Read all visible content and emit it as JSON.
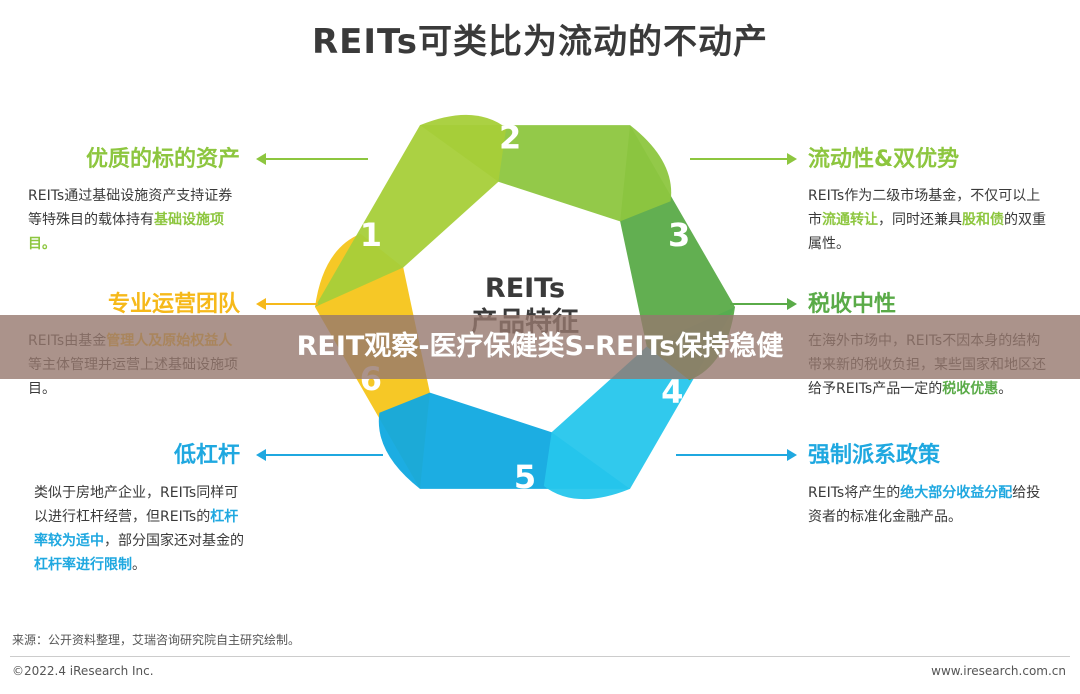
{
  "title": "REITs可类比为流动的不动产",
  "center_label": [
    "REITs",
    "产品特征"
  ],
  "overlay_title": "REIT观察-医疗保健类S-REITs保持稳健",
  "segments": [
    {
      "num": "1",
      "color": "#a6cf39"
    },
    {
      "num": "2",
      "color": "#8dc63f"
    },
    {
      "num": "3",
      "color": "#5aab48"
    },
    {
      "num": "4",
      "color": "#26c6ec"
    },
    {
      "num": "5",
      "color": "#10a9e0"
    },
    {
      "num": "6",
      "color": "#f6c51a"
    }
  ],
  "features": {
    "top_left": {
      "title": "优质的标的资产",
      "color": "#8dc63f",
      "desc": [
        {
          "t": "REITs通过基础设施资产支持证券等特殊目的载体持有",
          "h": false
        },
        {
          "t": "基础设施项目。",
          "h": true
        }
      ]
    },
    "mid_left": {
      "title": "专业运营团队",
      "color": "#f6b91a",
      "desc": [
        {
          "t": "REITs由基金",
          "h": false
        },
        {
          "t": "管理人及原始权益人",
          "h": true
        },
        {
          "t": "等主体管理并运营上述基础设施项目。",
          "h": false
        }
      ]
    },
    "bottom_left": {
      "title": "低杠杆",
      "color": "#1fa8e0",
      "desc": [
        {
          "t": "类似于房地产企业，REITs同样可以进行杠杆经营，但REITs的",
          "h": false
        },
        {
          "t": "杠杆率较为适中",
          "h": true
        },
        {
          "t": "，部分国家还对基金的",
          "h": false
        },
        {
          "t": "杠杆率进行限制",
          "h": true
        },
        {
          "t": "。",
          "h": false
        }
      ]
    },
    "top_right": {
      "title": "流动性&双优势",
      "color": "#8dc63f",
      "desc": [
        {
          "t": "REITs作为二级市场基金，不仅可以上市",
          "h": false
        },
        {
          "t": "流通转让",
          "h": true
        },
        {
          "t": "，同时还兼具",
          "h": false
        },
        {
          "t": "股和债",
          "h": true
        },
        {
          "t": "的双重属性。",
          "h": false
        }
      ]
    },
    "mid_right": {
      "title": "税收中性",
      "color": "#5aab48",
      "desc": [
        {
          "t": "在海外市场中，REITs不因本身的结构带来新的税收负担，某些国家和地区还给予REITs产品一定的",
          "h": false
        },
        {
          "t": "税收优惠",
          "h": true
        },
        {
          "t": "。",
          "h": false
        }
      ]
    },
    "bottom_right": {
      "title": "强制派系政策",
      "color": "#1fa8e0",
      "desc": [
        {
          "t": "REITs将产生的",
          "h": false
        },
        {
          "t": "绝大部分收益分配",
          "h": true
        },
        {
          "t": "给投资者的标准化金融产品。",
          "h": false
        }
      ]
    }
  },
  "source": "来源：公开资料整理，艾瑞咨询研究院自主研究绘制。",
  "footer_left": "©2022.4 iResearch Inc.",
  "footer_right": "www.iresearch.com.cn"
}
